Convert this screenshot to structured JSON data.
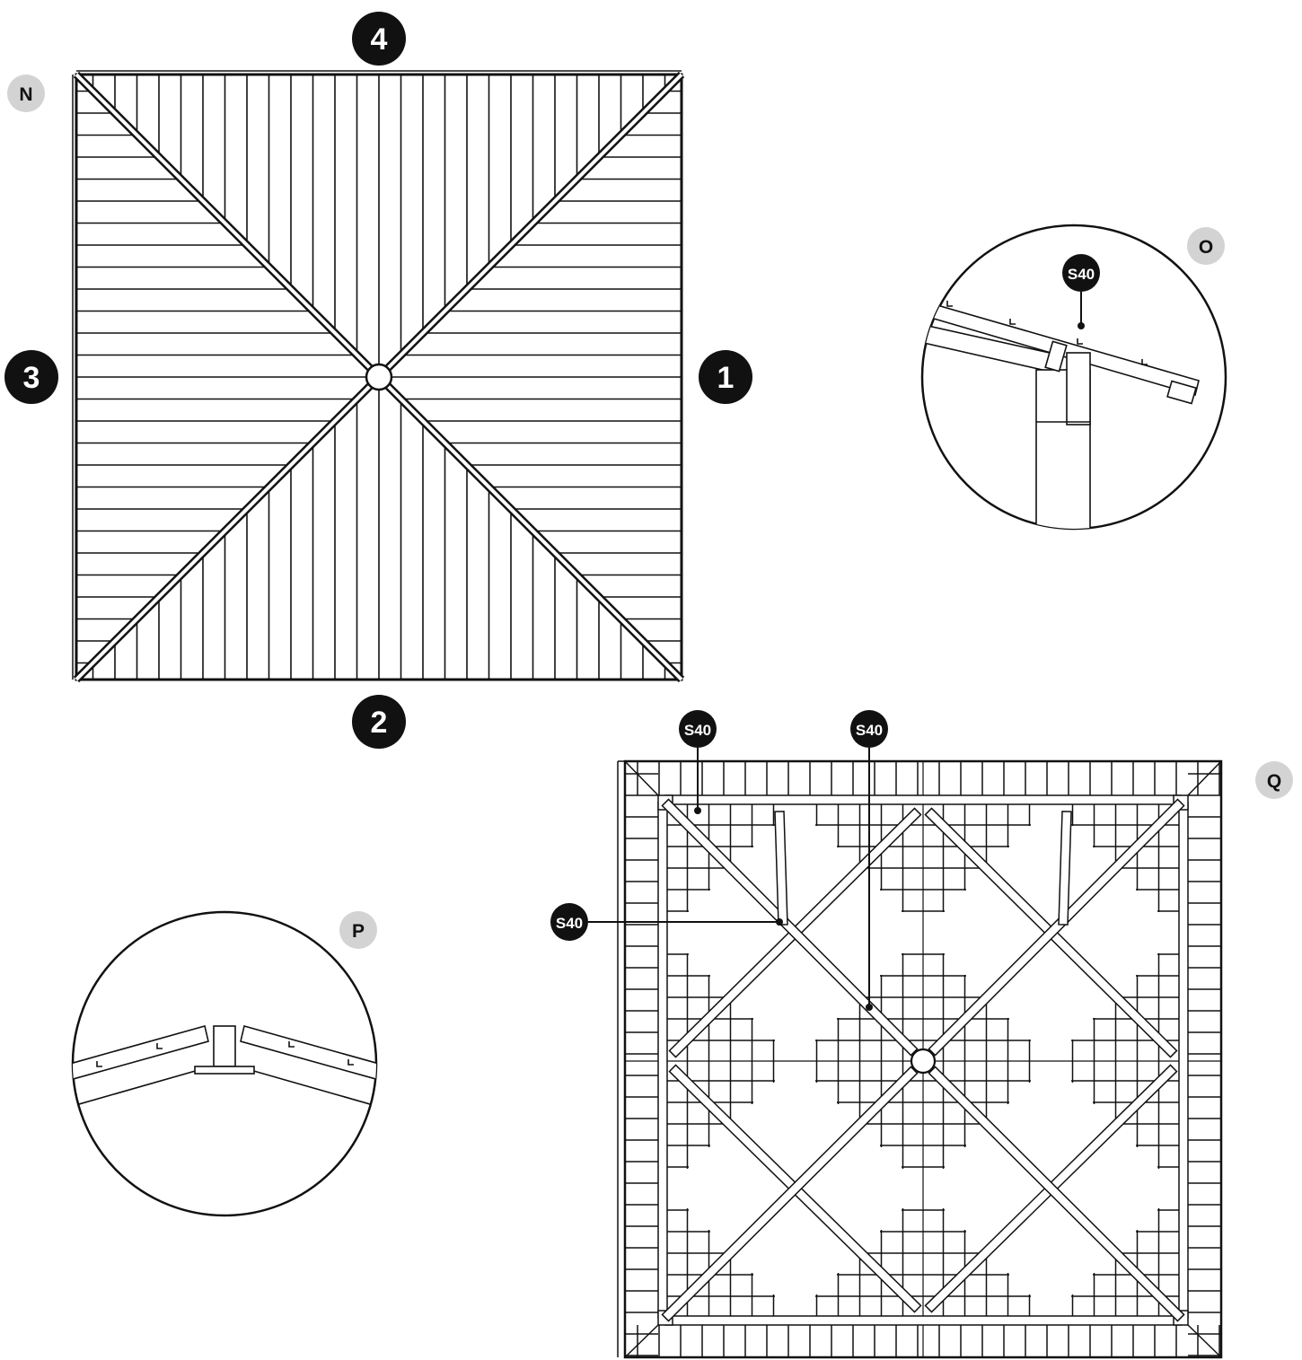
{
  "colors": {
    "ink": "#111111",
    "badge_dark": "#111111",
    "badge_light": "#d3d3d3",
    "paper": "#ffffff"
  },
  "panels": {
    "N": {
      "letter": "N"
    },
    "O": {
      "letter": "O"
    },
    "P": {
      "letter": "P"
    },
    "Q": {
      "letter": "Q"
    }
  },
  "side_numbers": {
    "top": "4",
    "right": "1",
    "bottom": "2",
    "left": "3"
  },
  "callouts": {
    "o_part": "S40",
    "q_part_a": "S40",
    "q_part_b": "S40",
    "q_part_c": "S40"
  }
}
